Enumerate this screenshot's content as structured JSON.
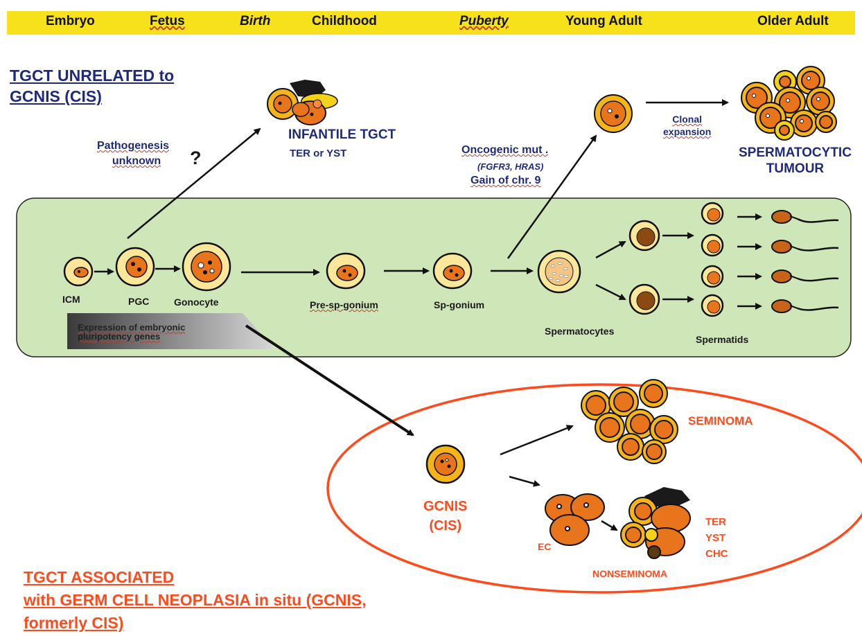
{
  "stages": {
    "embryo": "Embryo",
    "fetus": "Fetus",
    "birth": "Birth",
    "childhood": "Childhood",
    "puberty": "Puberty",
    "young_adult": "Young Adult",
    "older_adult": "Older Adult"
  },
  "headings": {
    "unrelated_line1": "TGCT UNRELATED to",
    "unrelated_line2": "GCNIS (CIS)",
    "associated_line1": "TGCT ASSOCIATED",
    "associated_line2": "with GERM CELL NEOPLASIA in situ (GCNIS,",
    "associated_line3": "formerly CIS)"
  },
  "labels": {
    "pathogenesis_line1": "Pathogenesis",
    "pathogenesis_line2": "unknown",
    "question_mark": "?",
    "infantile_tgct": "INFANTILE TGCT",
    "ter_or_yst": "TER or YST",
    "oncogenic_mut": "Oncogenic mut .",
    "fgfr3_hras": "(FGFR3, HRAS)",
    "gain_chr9": "Gain of chr. 9",
    "clonal_line1": "Clonal",
    "clonal_line2": "expansion",
    "spermatocytic_line1": "SPERMATOCYTIC",
    "spermatocytic_line2": "TUMOUR",
    "icm": "ICM",
    "pgc": "PGC",
    "gonocyte": "Gonocyte",
    "pre_sp_gonium": "Pre-sp-gonium",
    "sp_gonium": "Sp-gonium",
    "spermatocytes": "Spermatocytes",
    "spermatids": "Spermatids",
    "expression_line1": "Expression of  embryonic",
    "expression_line2": "pluripotency genes",
    "seminoma": "SEMINOMA",
    "gcnis_line1": "GCNIS",
    "gcnis_line2": "(CIS)",
    "ec": "EC",
    "ter": "TER",
    "yst": "YST",
    "chc": "CHC",
    "nonseminoma": "NONSEMINOMA"
  },
  "colors": {
    "stage_bar": "#f7e11a",
    "green_band": "#cfe6b8",
    "cell_yellow": "#fbe79a",
    "nucleus_orange": "#e8741c",
    "tumour_ring": "#f5b51a",
    "red_accent": "#ff4a1c",
    "navy_text": "#1f2a7a"
  }
}
